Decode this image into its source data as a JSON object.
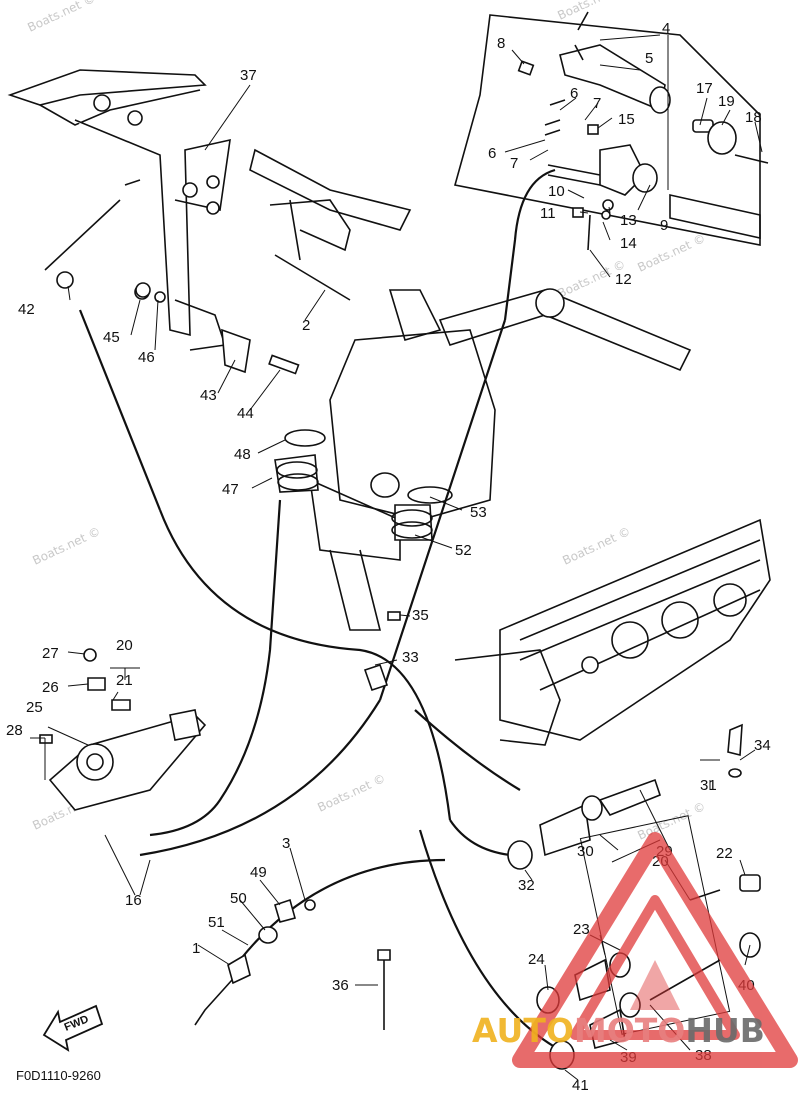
{
  "diagram_code": "F0D1110-9260",
  "fwd_label": "FWD",
  "watermark_text": "Boats.net ©",
  "logo": {
    "prefix": "AUTO",
    "middle": "MOTO",
    "suffix": "HUB",
    "prefix_color": "#f0b21f",
    "middle_color": "#e87f7f",
    "suffix_color": "#6a6a6a",
    "triangle_color": "#e03a3a"
  },
  "parts": {
    "p1": "1",
    "p2": "2",
    "p3": "3",
    "p4": "4",
    "p5": "5",
    "p6a": "6",
    "p6b": "6",
    "p7a": "7",
    "p7b": "7",
    "p8": "8",
    "p9": "9",
    "p10": "10",
    "p11": "11",
    "p12": "12",
    "p13": "13",
    "p14": "14",
    "p15": "15",
    "p16": "16",
    "p17": "17",
    "p18": "18",
    "p19": "19",
    "p20a": "20",
    "p20b": "20",
    "p21": "21",
    "p22": "22",
    "p23": "23",
    "p24": "24",
    "p25": "25",
    "p26": "26",
    "p27": "27",
    "p28": "28",
    "p29": "29",
    "p30": "30",
    "p31": "31",
    "p32": "32",
    "p33": "33",
    "p34": "34",
    "p35": "35",
    "p36": "36",
    "p37": "37",
    "p38": "38",
    "p39": "39",
    "p40": "40",
    "p41": "41",
    "p42": "42",
    "p43": "43",
    "p44": "44",
    "p45": "45",
    "p46": "46",
    "p47": "47",
    "p48": "48",
    "p49": "49",
    "p50": "50",
    "p51": "51",
    "p52": "52",
    "p53": "53"
  }
}
